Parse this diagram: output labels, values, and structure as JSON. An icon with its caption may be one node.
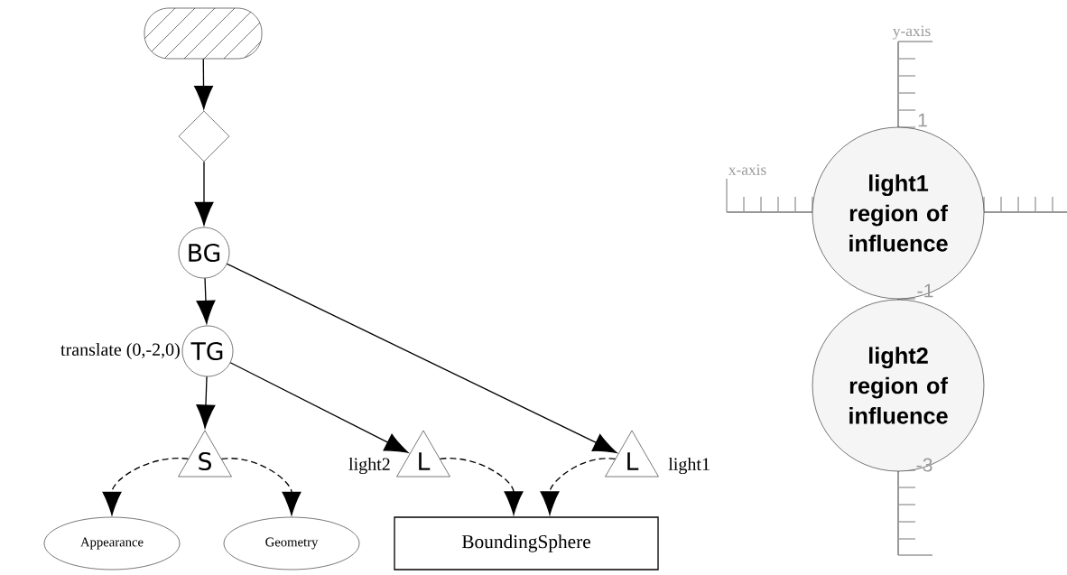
{
  "diagram": {
    "nodes": [
      {
        "text": [],
        "shape": "box"
      },
      {
        "text": [],
        "shape": "diamond"
      },
      {
        "text": [
          "BG"
        ]
      },
      {
        "text": [
          "TG"
        ],
        "beside": [
          "translate (0,-2,0)"
        ]
      },
      {
        "text": [
          "S"
        ]
      },
      {
        "text": [
          "L"
        ],
        "beside": [
          "light2"
        ]
      },
      {
        "text": [
          "L"
        ],
        "beside": [
          "light1"
        ]
      },
      {
        "text": [
          "Appearance"
        ]
      },
      {
        "text": [
          "Geometry"
        ]
      },
      {
        "text": [
          "BoundingSphere"
        ]
      },
      {
        "text": [
          "light1 region of influence"
        ]
      },
      {
        "text": [
          "light2 region of influence"
        ]
      }
    ],
    "edges": [
      {
        "from": 0,
        "to": 1,
        "arrow": "to"
      },
      {
        "from": 1,
        "to": 2,
        "arrow": "to"
      },
      {
        "from": 2,
        "to": 3,
        "arrow": "to"
      },
      {
        "from": 2,
        "to": 6,
        "arrow": "to"
      },
      {
        "from": 3,
        "to": 4,
        "arrow": "to"
      },
      {
        "from": 3,
        "to": 5,
        "arrow": "to"
      },
      {
        "from": 4,
        "to": 7,
        "arrow": "to",
        "style": "dashed"
      },
      {
        "from": 4,
        "to": 8,
        "arrow": "to",
        "style": "dashed"
      },
      {
        "from": 5,
        "to": 9,
        "arrow": "to",
        "style": "dashed"
      },
      {
        "from": 6,
        "to": 9,
        "arrow": "to",
        "style": "dashed"
      }
    ],
    "labels": [
      "y-axis",
      "x-axis",
      "1",
      "-1",
      "-3"
    ]
  }
}
